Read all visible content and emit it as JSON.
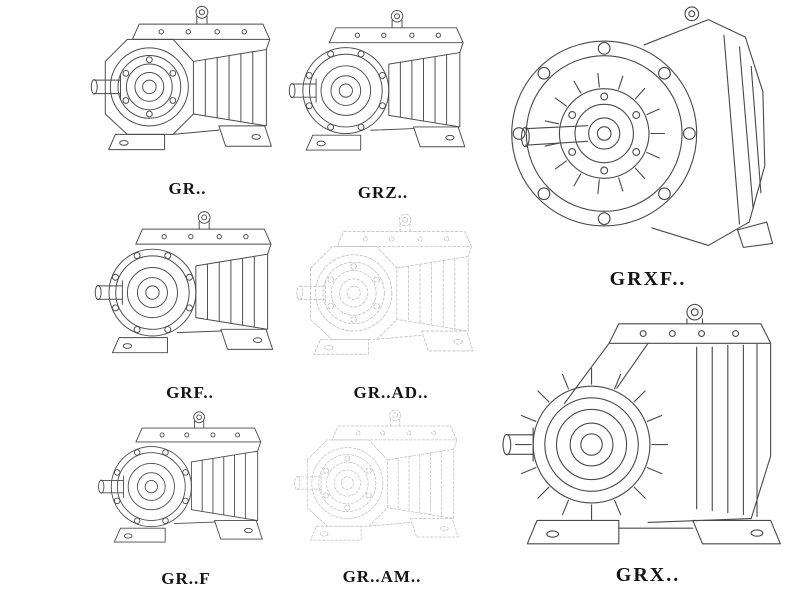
{
  "page": {
    "background": "#ffffff",
    "line_color": "#4a4a4a",
    "ghost_line_color": "#c2c2c2",
    "label_color": "#141414"
  },
  "figures": [
    {
      "label": "GR..",
      "style": "solid",
      "variant": "iso-gearbox"
    },
    {
      "label": "GRZ..",
      "style": "solid",
      "variant": "iso-gearbox-flanged"
    },
    {
      "label": "GRXF..",
      "style": "solid",
      "variant": "flange-front-gearbox"
    },
    {
      "label": "GRF..",
      "style": "solid",
      "variant": "iso-gearbox-flanged"
    },
    {
      "label": "GR..AD..",
      "style": "ghost",
      "variant": "iso-gearbox"
    },
    {
      "label": "GR..F",
      "style": "solid",
      "variant": "iso-gearbox-flanged"
    },
    {
      "label": "GR..AM..",
      "style": "ghost",
      "variant": "iso-gearbox"
    },
    {
      "label": "GRX..",
      "style": "solid",
      "variant": "iso-gearbox-large"
    }
  ]
}
